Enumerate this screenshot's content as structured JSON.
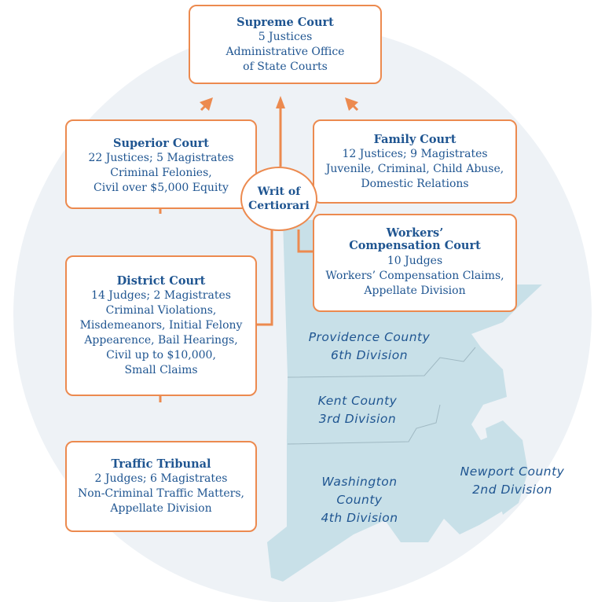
{
  "colors": {
    "accent": "#ec8a4f",
    "text": "#1f5591",
    "map_fill": "#c8e0e8",
    "circle_bg": "#eef2f6"
  },
  "supreme": {
    "title": "Supreme Court",
    "lines": [
      "5 Justices",
      "Administrative Office",
      "of State Courts"
    ]
  },
  "superior": {
    "title": "Superior Court",
    "lines": [
      "22 Justices; 5 Magistrates",
      "Criminal Felonies,",
      "Civil over $5,000 Equity"
    ]
  },
  "family": {
    "title": "Family Court",
    "lines": [
      "12 Justices; 9 Magistrates",
      "Juvenile, Criminal, Child Abuse,",
      "Domestic Relations"
    ]
  },
  "writ": {
    "lines": [
      "Writ of",
      "Certiorari"
    ]
  },
  "workers": {
    "title_lines": [
      "Workers’",
      "Compensation Court"
    ],
    "lines": [
      "10 Judges",
      "Workers’ Compensation Claims,",
      "Appellate Division"
    ]
  },
  "district": {
    "title": "District Court",
    "lines": [
      "14 Judges; 2 Magistrates",
      "Criminal Violations,",
      "Misdemeanors, Initial Felony",
      "Appearence, Bail Hearings,",
      "Civil up to $10,000,",
      "Small Claims"
    ]
  },
  "traffic": {
    "title": "Traffic Tribunal",
    "lines": [
      "2 Judges; 6 Magistrates",
      "Non-Criminal Traffic Matters,",
      "Appellate Division"
    ]
  },
  "counties": {
    "providence": [
      "Providence County",
      "6th Division"
    ],
    "kent": [
      "Kent County",
      "3rd Division"
    ],
    "washington": [
      "Washington",
      "County",
      "4th Division"
    ],
    "newport": [
      "Newport County",
      "2nd Division"
    ]
  }
}
